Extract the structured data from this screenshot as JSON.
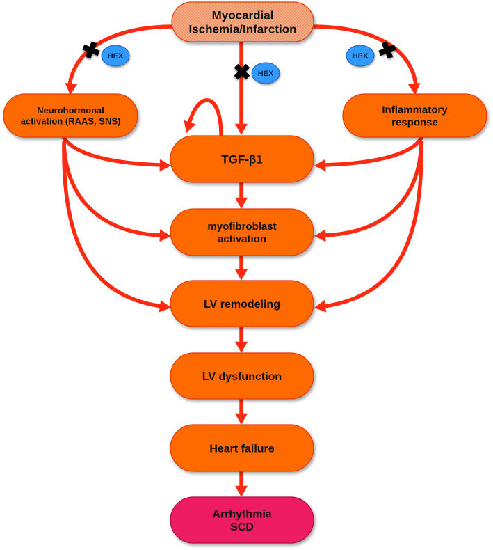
{
  "title": "Myocardial ischemia/infarction signaling cascade and HEX inhibition",
  "colors": {
    "node_fill": "#ff6a00",
    "node_stroke": "#e23a0a",
    "top_fill": "#f7b08a",
    "end_fill": "#ee1c64",
    "arrow": "#ff2a12",
    "hex_fill": "#3399ff",
    "inhibit_mark": "#000000"
  },
  "nodes": {
    "top": {
      "lines": [
        "Myocardial",
        "Ischemia/Infarction"
      ]
    },
    "neuro": {
      "lines": [
        "Neurohormonal",
        "activation (RAAS, SNS)"
      ]
    },
    "inflam": {
      "lines": [
        "Inflammatory",
        "response"
      ]
    },
    "tgf": {
      "lines": [
        "TGF-β1"
      ]
    },
    "myofib": {
      "lines": [
        "myofibroblast",
        "activation"
      ]
    },
    "lvrem": {
      "lines": [
        "LV remodeling"
      ]
    },
    "lvdys": {
      "lines": [
        "LV dysfunction"
      ]
    },
    "hf": {
      "lines": [
        "Heart failure"
      ]
    },
    "arr": {
      "lines": [
        "Arrhythmia",
        "SCD"
      ]
    }
  },
  "inhibitors": [
    {
      "label": "HEX",
      "target_edge": "top->neuro",
      "mark": "cross"
    },
    {
      "label": "HEX",
      "target_edge": "top->tgf",
      "mark": "x"
    },
    {
      "label": "HEX",
      "target_edge": "top->inflam",
      "mark": "cross"
    }
  ],
  "edges": [
    {
      "from": "top",
      "to": "neuro",
      "inhibited": true
    },
    {
      "from": "top",
      "to": "tgf",
      "inhibited": true
    },
    {
      "from": "top",
      "to": "inflam",
      "inhibited": true
    },
    {
      "from": "tgf",
      "to": "tgf",
      "type": "self-loop"
    },
    {
      "from": "neuro",
      "to": "tgf"
    },
    {
      "from": "neuro",
      "to": "myofib"
    },
    {
      "from": "neuro",
      "to": "lvrem"
    },
    {
      "from": "inflam",
      "to": "tgf"
    },
    {
      "from": "inflam",
      "to": "myofib"
    },
    {
      "from": "inflam",
      "to": "lvrem"
    },
    {
      "from": "tgf",
      "to": "myofib"
    },
    {
      "from": "myofib",
      "to": "lvrem"
    },
    {
      "from": "lvrem",
      "to": "lvdys"
    },
    {
      "from": "lvdys",
      "to": "hf"
    },
    {
      "from": "hf",
      "to": "arr"
    }
  ]
}
